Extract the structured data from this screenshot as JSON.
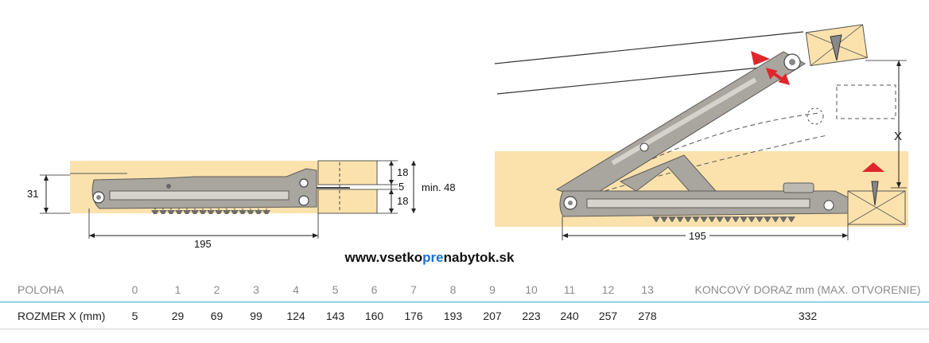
{
  "left_diagram": {
    "height_label": "31",
    "width_label": "195",
    "dim_a": "18",
    "dim_b": "5",
    "dim_c": "18",
    "min_label": "min. 48"
  },
  "right_diagram": {
    "x_label": "X",
    "width_label": "195"
  },
  "website": {
    "prefix": "www.vsetko",
    "highlight": "pre",
    "suffix": "nabytok.sk"
  },
  "table": {
    "header_label": "POLOHA",
    "positions": [
      "0",
      "1",
      "2",
      "3",
      "4",
      "5",
      "6",
      "7",
      "8",
      "9",
      "10",
      "11",
      "12",
      "13"
    ],
    "end_label": "KONCOVÝ DORAZ mm (MAX. OTVORENIE)",
    "row_label": "ROZMER X (mm)",
    "values": [
      "5",
      "29",
      "69",
      "99",
      "124",
      "143",
      "160",
      "176",
      "193",
      "207",
      "223",
      "240",
      "257",
      "278"
    ],
    "end_value": "332"
  },
  "colors": {
    "wood": "#fbe2ad",
    "metal": "#a9a6a0",
    "metal_dark": "#7d7a75",
    "accent": "#e0262b",
    "table_rule": "#3aa6d8"
  }
}
